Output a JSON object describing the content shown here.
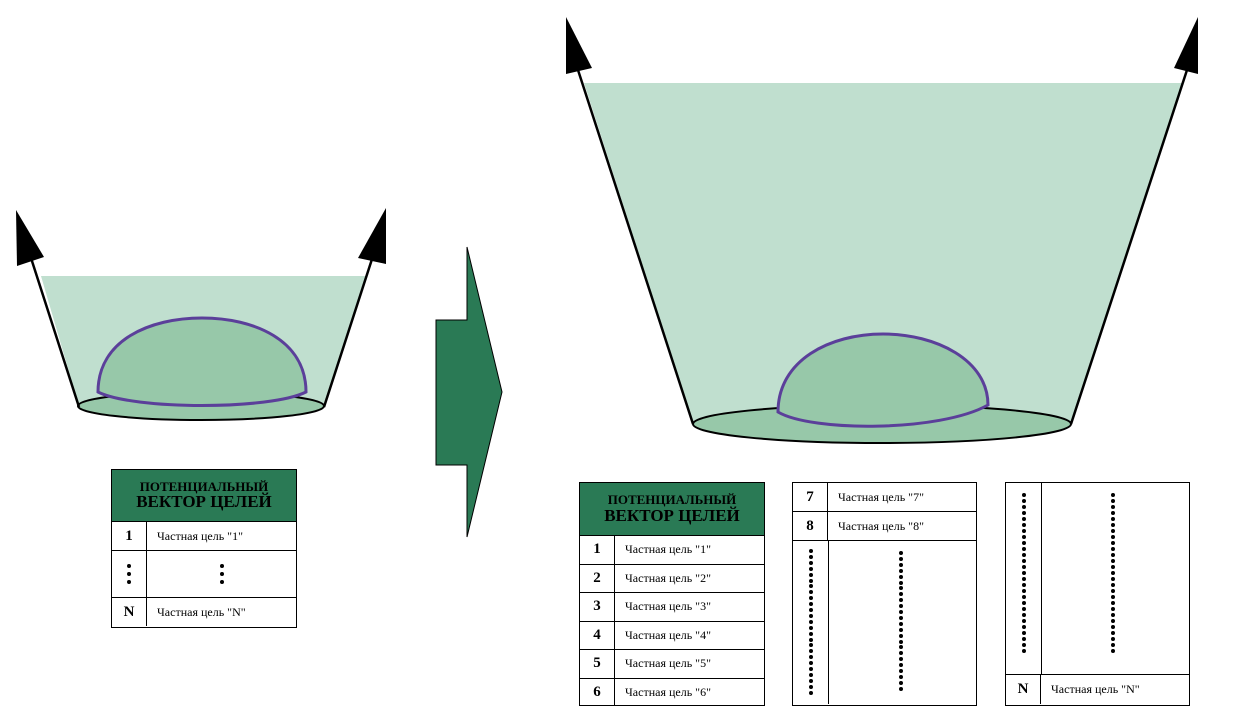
{
  "left_table": {
    "header_line1": "ПОТЕНЦИАЛЬНЫЙ",
    "header_line2": "ВЕКТОР ЦЕЛЕЙ",
    "rows": [
      {
        "num": "1",
        "text": "Частная цель \"1\""
      },
      {
        "num": "N",
        "text": "Частная цель \"N\""
      }
    ]
  },
  "right_table_1": {
    "header_line1": "ПОТЕНЦИАЛЬНЫЙ",
    "header_line2": "ВЕКТОР ЦЕЛЕЙ",
    "rows": [
      {
        "num": "1",
        "text": "Частная цель \"1\""
      },
      {
        "num": "2",
        "text": "Частная цель \"2\""
      },
      {
        "num": "3",
        "text": "Частная цель \"3\""
      },
      {
        "num": "4",
        "text": "Частная цель \"4\""
      },
      {
        "num": "5",
        "text": "Частная цель \"5\""
      },
      {
        "num": "6",
        "text": "Частная цель \"6\""
      }
    ]
  },
  "right_table_2": {
    "rows": [
      {
        "num": "7",
        "text": "Частная цель \"7\""
      },
      {
        "num": "8",
        "text": "Частная цель \"8\""
      }
    ]
  },
  "right_table_3": {
    "rows": [
      {
        "num": "N",
        "text": "Частная цель \"N\""
      }
    ]
  },
  "colors": {
    "funnel_fill": "#c0dfcf",
    "base_fill": "#97c8a9",
    "dome_stroke": "#5b3f9a",
    "arrow_fill": "#2a7a55",
    "header_fill": "#2a7a55"
  }
}
